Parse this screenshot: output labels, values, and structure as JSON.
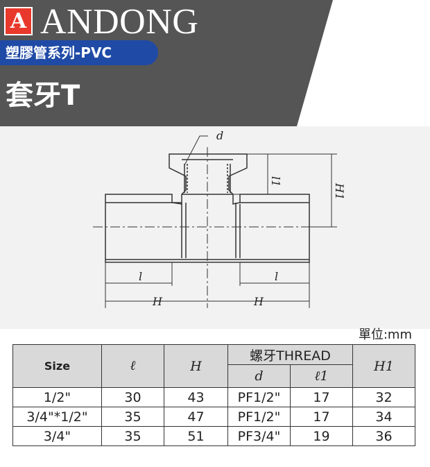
{
  "header": {
    "logo_letter": "A",
    "brand": "ANDONG",
    "series": "塑膠管系列-PVC",
    "product": "套牙T",
    "colors": {
      "dark": "#555555",
      "blue": "#1f4aa6",
      "logo_red": "#e8392c"
    }
  },
  "drawing": {
    "label_d": "d",
    "label_l1": "l1",
    "label_H1": "H1",
    "label_l_left": "l",
    "label_l_right": "l",
    "label_H_left": "H",
    "label_H_right": "H"
  },
  "unit": "單位:mm",
  "table": {
    "headers": {
      "size": "Size",
      "l": "ℓ",
      "H": "H",
      "thread": "螺牙THREAD",
      "d": "d",
      "l1": "ℓ1",
      "H1": "H1"
    },
    "rows": [
      {
        "size": "1/2\"",
        "l": "30",
        "H": "43",
        "d": "PF1/2\"",
        "l1": "17",
        "H1": "32"
      },
      {
        "size": "3/4\"*1/2\"",
        "l": "35",
        "H": "47",
        "d": "PF1/2\"",
        "l1": "17",
        "H1": "34"
      },
      {
        "size": "3/4\"",
        "l": "35",
        "H": "51",
        "d": "PF3/4\"",
        "l1": "19",
        "H1": "36"
      }
    ]
  }
}
